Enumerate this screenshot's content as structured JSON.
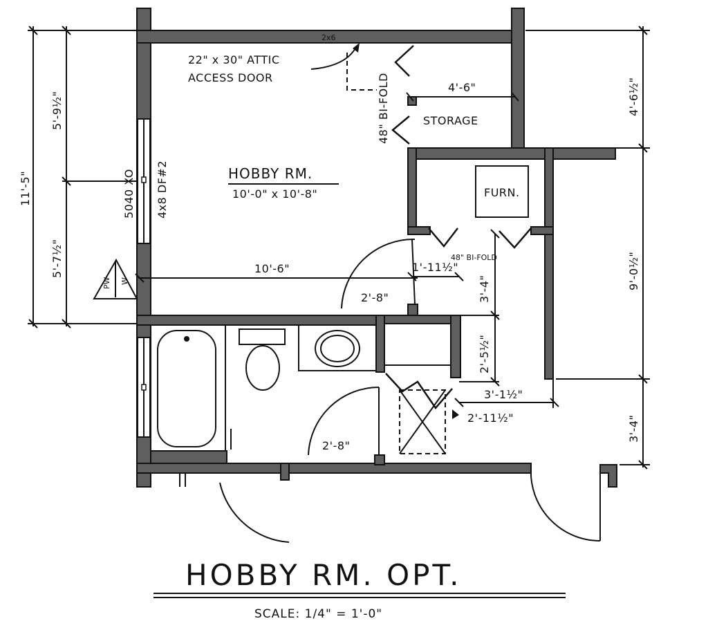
{
  "title": "HOBBY RM. OPT.",
  "scale": "SCALE: 1/4\" = 1'-0\"",
  "rooms": {
    "hobby_name": "HOBBY RM.",
    "hobby_size": "10'-0\" x 10'-8\"",
    "storage": "STORAGE",
    "furnace": "FURN."
  },
  "notes": {
    "attic_line1": "22\" x 30\" ATTIC",
    "attic_line2": "ACCESS DOOR",
    "bifold_top": "48\" BI-FOLD",
    "bifold_bottom": "48\" BI-FOLD",
    "window": "5040 XO",
    "beam": "4x8 DF#2",
    "header": "2x6"
  },
  "dimensions": {
    "left_total": "11'-5\"",
    "left_upper": "5'-9½\"",
    "left_lower": "5'-7½\"",
    "right_upper": "4'-6½\"",
    "right_middle": "9'-0½\"",
    "right_lower": "3'-4\"",
    "storage_width": "4'-6\"",
    "room_width": "10'-6\"",
    "door_upper": "2'-8\"",
    "door_lower": "2'-8\"",
    "hall_upper": "1'-11½\"",
    "hall_vertical": "3'-4\"",
    "closet_vertical": "2'-5½\"",
    "hall_width": "3'-1½\"",
    "hall_lower": "2'-11½\""
  },
  "marker": {
    "left": "PW",
    "right": "W"
  }
}
